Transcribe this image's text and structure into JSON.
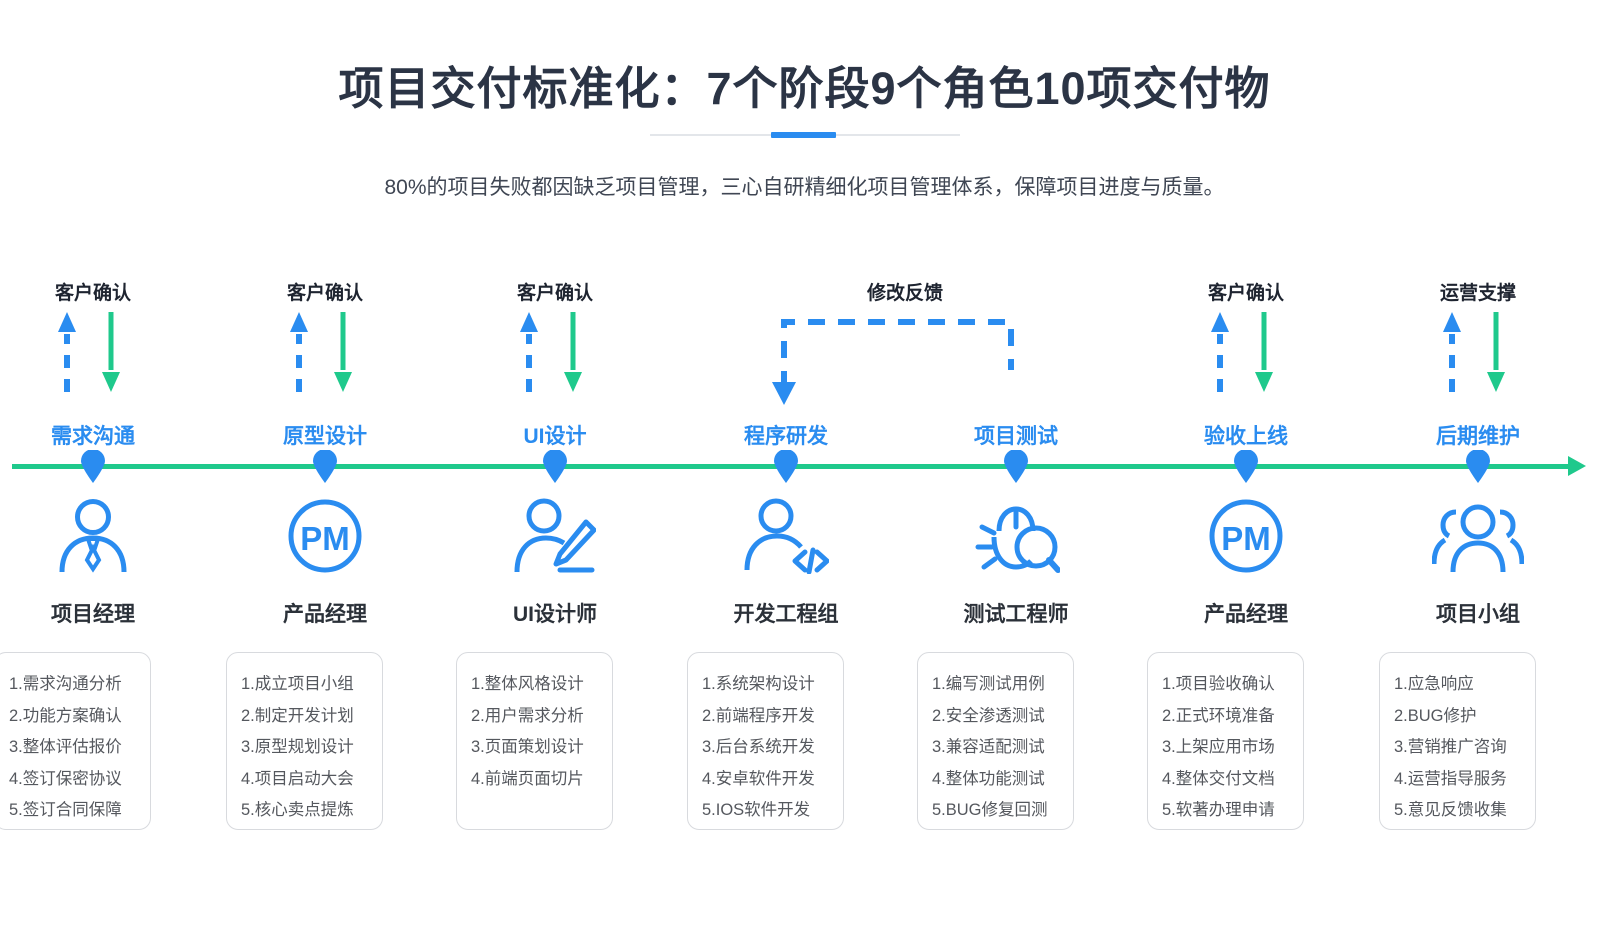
{
  "header": {
    "title": "项目交付标准化：7个阶段9个角色10项交付物",
    "subtitle": "80%的项目失败都因缺乏项目管理，三心自研精细化项目管理体系，保障项目进度与质量。",
    "accent_color": "#2a8cf0",
    "divider_color": "#e3e6ea"
  },
  "theme": {
    "blue": "#2a8cf0",
    "green": "#1fc98c",
    "title_dark": "#2b3445",
    "body_gray": "#55585e",
    "card_border": "#d8dade"
  },
  "feedback": {
    "label": "修改反馈",
    "from_stage": "项目测试",
    "to_stage": "程序研发",
    "color": "#2a8cf0",
    "style": "dashed"
  },
  "timeline": {
    "color": "#1fc98c",
    "direction": "left-to-right",
    "stage_count": 7,
    "role_count": 9,
    "deliverable_count": 10
  },
  "stages": [
    {
      "top_label": "客户确认",
      "has_arrows": true,
      "stage": "需求沟通",
      "role": "项目经理",
      "icon": "person-tie-icon",
      "items": [
        "1.需求沟通分析",
        "2.功能方案确认",
        "3.整体评估报价",
        "4.签订保密协议",
        "5.签订合同保障"
      ]
    },
    {
      "top_label": "客户确认",
      "has_arrows": true,
      "stage": "原型设计",
      "role": "产品经理",
      "icon": "pm-circle-icon",
      "items": [
        "1.成立项目小组",
        "2.制定开发计划",
        "3.原型规划设计",
        "4.项目启动大会",
        "5.核心卖点提炼"
      ]
    },
    {
      "top_label": "客户确认",
      "has_arrows": true,
      "stage": "UI设计",
      "role": "UI设计师",
      "icon": "person-pencil-icon",
      "items": [
        "1.整体风格设计",
        "2.用户需求分析",
        "3.页面策划设计",
        "4.前端页面切片"
      ]
    },
    {
      "top_label": "",
      "has_arrows": false,
      "stage": "程序研发",
      "role": "开发工程组",
      "icon": "person-code-icon",
      "items": [
        "1.系统架构设计",
        "2.前端程序开发",
        "3.后台系统开发",
        "4.安卓软件开发",
        "5.IOS软件开发"
      ]
    },
    {
      "top_label": "",
      "has_arrows": false,
      "stage": "项目测试",
      "role": "测试工程师",
      "icon": "bug-search-icon",
      "items": [
        "1.编写测试用例",
        "2.安全渗透测试",
        "3.兼容适配测试",
        "4.整体功能测试",
        "5.BUG修复回测"
      ]
    },
    {
      "top_label": "客户确认",
      "has_arrows": true,
      "stage": "验收上线",
      "role": "产品经理",
      "icon": "pm-circle-icon",
      "items": [
        "1.项目验收确认",
        "2.正式环境准备",
        "3.上架应用市场",
        "4.整体交付文档",
        "5.软著办理申请"
      ]
    },
    {
      "top_label": "运营支撑",
      "has_arrows": true,
      "stage": "后期维护",
      "role": "项目小组",
      "icon": "people-group-icon",
      "items": [
        "1.应急响应",
        "2.BUG修护",
        "3.营销推广咨询",
        "4.运营指导服务",
        "5.意见反馈收集"
      ]
    }
  ]
}
